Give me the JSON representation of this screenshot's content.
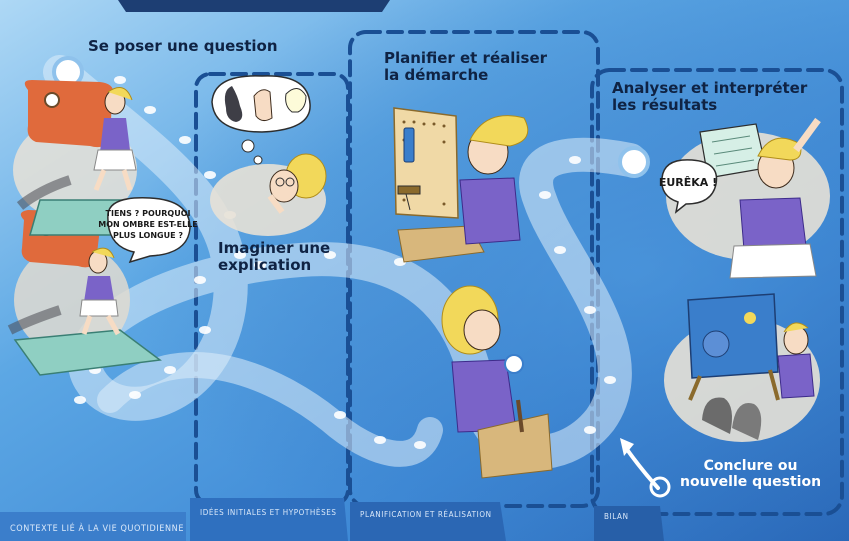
{
  "stages": {
    "question": {
      "title": "Se poser une question",
      "tag": "Contexte lié à la vie quotidienne"
    },
    "hypothesis": {
      "title": "Imaginer une\nexplication",
      "tag": "Idées initiales et hypothèses"
    },
    "planning": {
      "title": "Planifier et réaliser\nla démarche",
      "tag": "Planification et réalisation"
    },
    "analysis": {
      "title": "Analyser et interpréter\nles résultats",
      "tag": "Bilan"
    },
    "conclusion": {
      "title": "Conclure ou\nnouvelle question"
    }
  },
  "speech": {
    "shadow_question": "TIENS ? POURQUOI\nMON OMBRE EST-ELLE\nPLUS LONGUE ?",
    "eureka": "EURÊKA !"
  },
  "colors": {
    "background_light": "#a9d4f3",
    "background_mid": "#4f9ee0",
    "background_dark": "#2e6fc0",
    "frame_dash": "#1a4f94",
    "path": "#dbeefb",
    "shirt": "#7a63c8",
    "hair": "#f2d85a",
    "title_dark": "#0f2344"
  }
}
